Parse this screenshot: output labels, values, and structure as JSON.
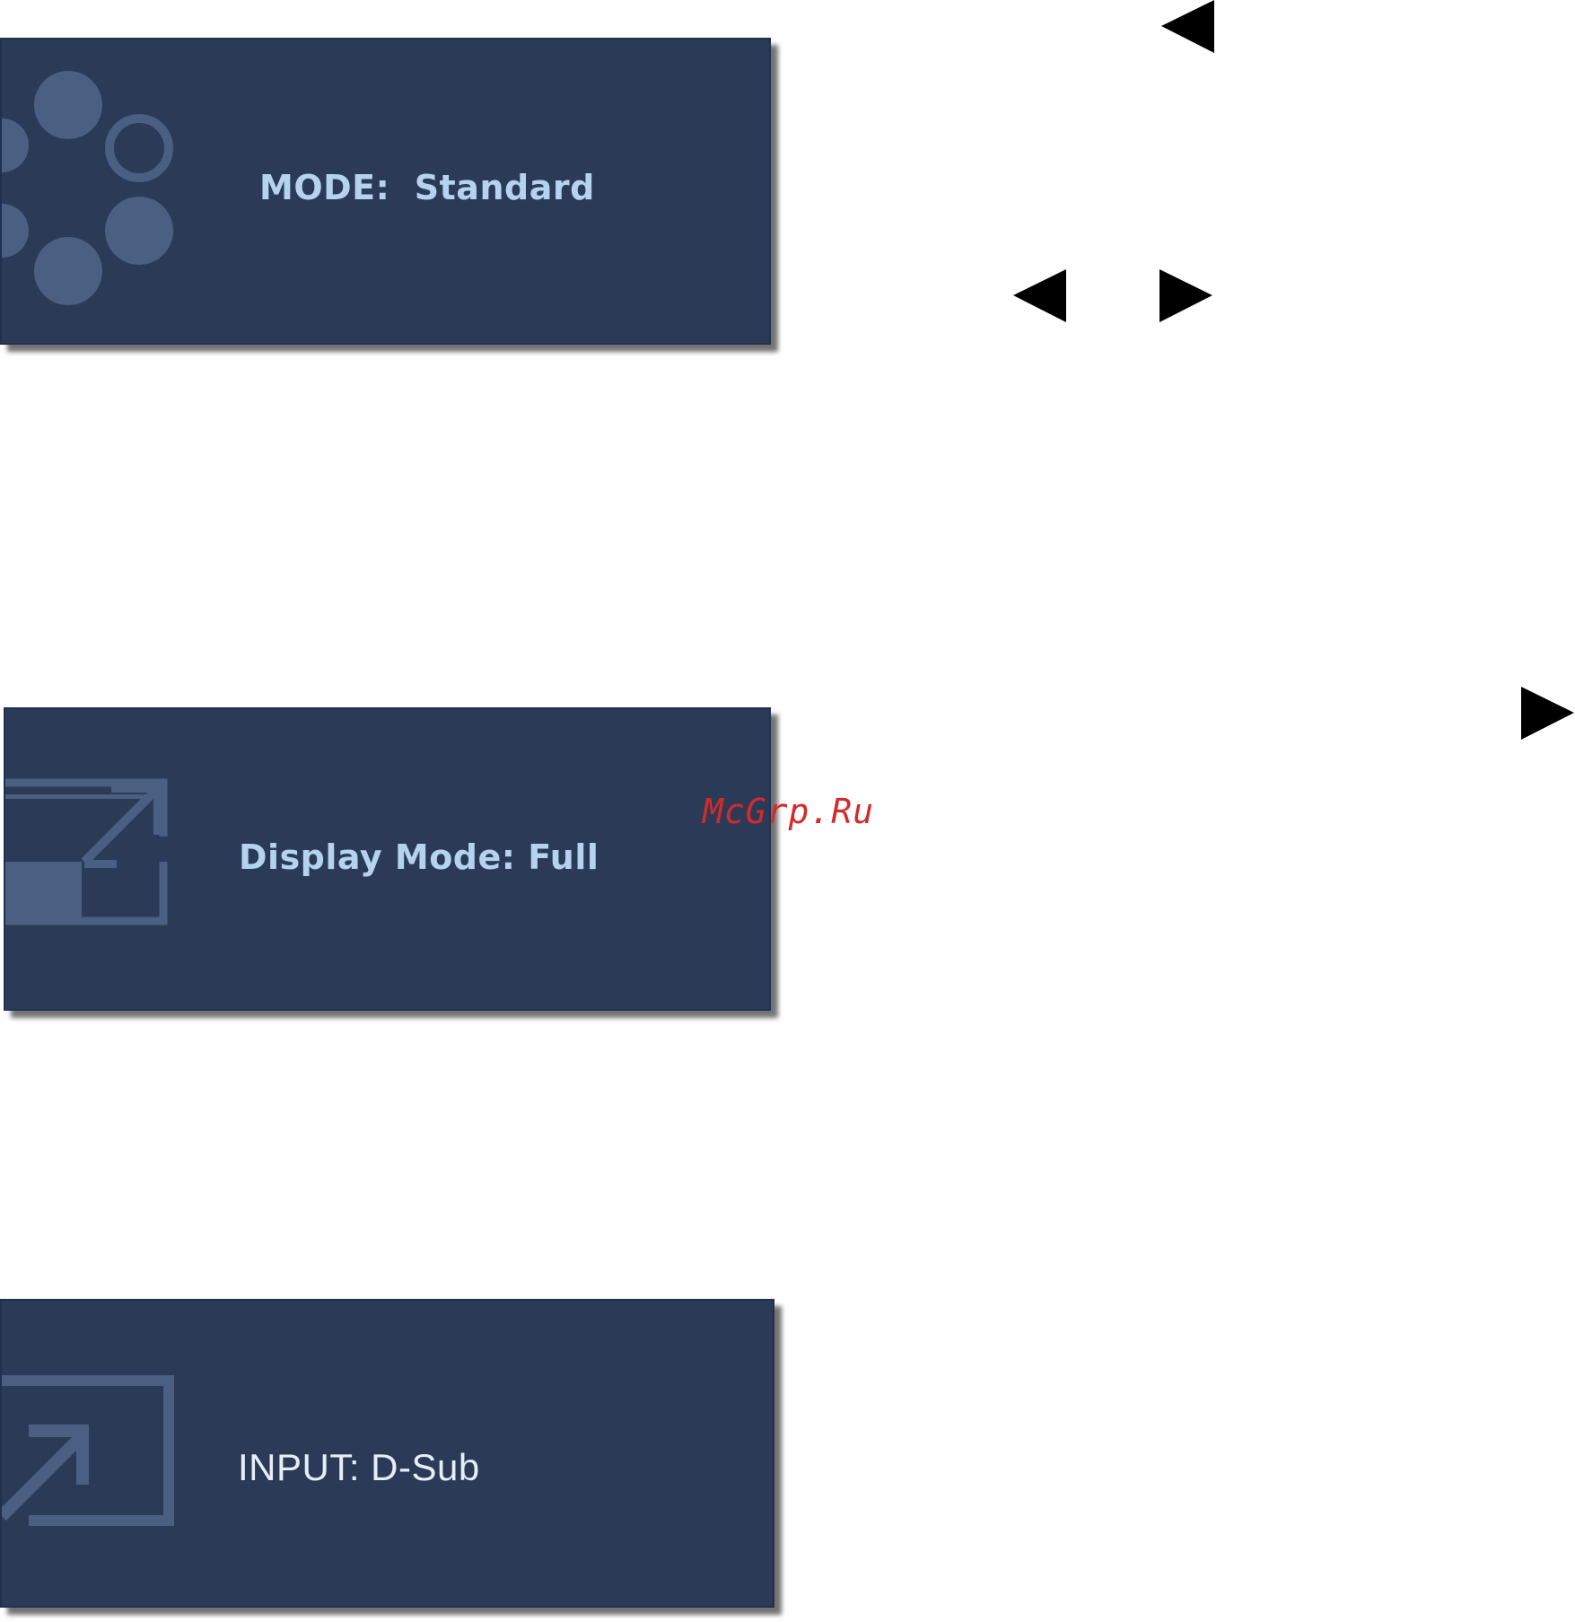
{
  "osd_panels": [
    {
      "icon": "picture-mode-icon",
      "label": "MODE:  Standard"
    },
    {
      "icon": "display-mode-icon",
      "label": "Display Mode: Full"
    },
    {
      "icon": "input-icon",
      "label": "INPUT: D-Sub"
    }
  ],
  "arrows": [
    {
      "icon": "left-arrow-icon",
      "direction": "left"
    },
    {
      "icon": "left-arrow-icon",
      "direction": "left"
    },
    {
      "icon": "right-arrow-icon",
      "direction": "right"
    },
    {
      "icon": "right-arrow-icon",
      "direction": "right"
    }
  ],
  "watermark": "McGrp.Ru",
  "colors": {
    "panel_background": "#2b3b57",
    "panel_text": "#b5d2ee",
    "icon_fill": "#4a5f82",
    "watermark": "#d42a2a"
  }
}
